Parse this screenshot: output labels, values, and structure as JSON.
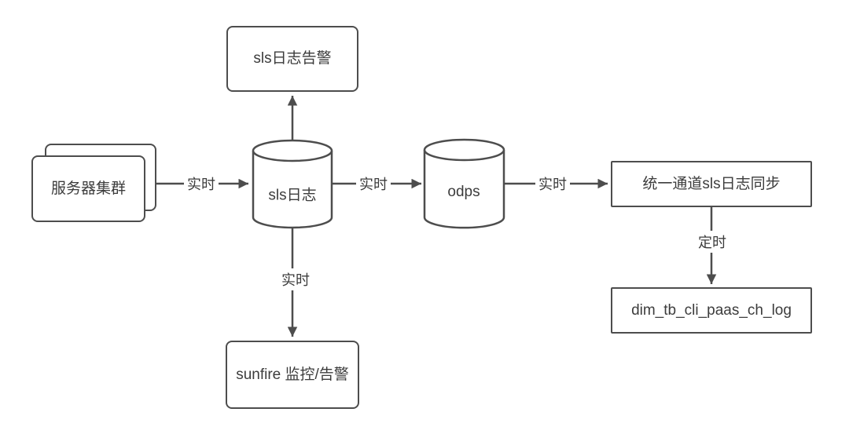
{
  "diagram": {
    "colors": {
      "stroke": "#4d4d4d",
      "text": "#3c3c3c",
      "background": "#ffffff"
    },
    "nodes": {
      "server_cluster": {
        "label": "服务器集群",
        "type": "stacked-rect"
      },
      "sls_log": {
        "label": "sls日志",
        "type": "cylinder"
      },
      "sls_alert": {
        "label": "sls日志告警",
        "type": "rounded-rect"
      },
      "odps": {
        "label": "odps",
        "type": "cylinder"
      },
      "sunfire": {
        "label": "sunfire 监控/告警",
        "type": "rounded-rect"
      },
      "unified_sync": {
        "label": "统一通道sls日志同步",
        "type": "rect"
      },
      "dim_table": {
        "label": "dim_tb_cli_paas_ch_log",
        "type": "rect"
      }
    },
    "edges": [
      {
        "from": "server_cluster",
        "to": "sls_log",
        "label": "实时"
      },
      {
        "from": "sls_log",
        "to": "sls_alert",
        "label": ""
      },
      {
        "from": "sls_log",
        "to": "odps",
        "label": "实时"
      },
      {
        "from": "odps",
        "to": "unified_sync",
        "label": "实时"
      },
      {
        "from": "sls_log",
        "to": "sunfire",
        "label": "实时"
      },
      {
        "from": "unified_sync",
        "to": "dim_table",
        "label": "定时"
      }
    ]
  }
}
